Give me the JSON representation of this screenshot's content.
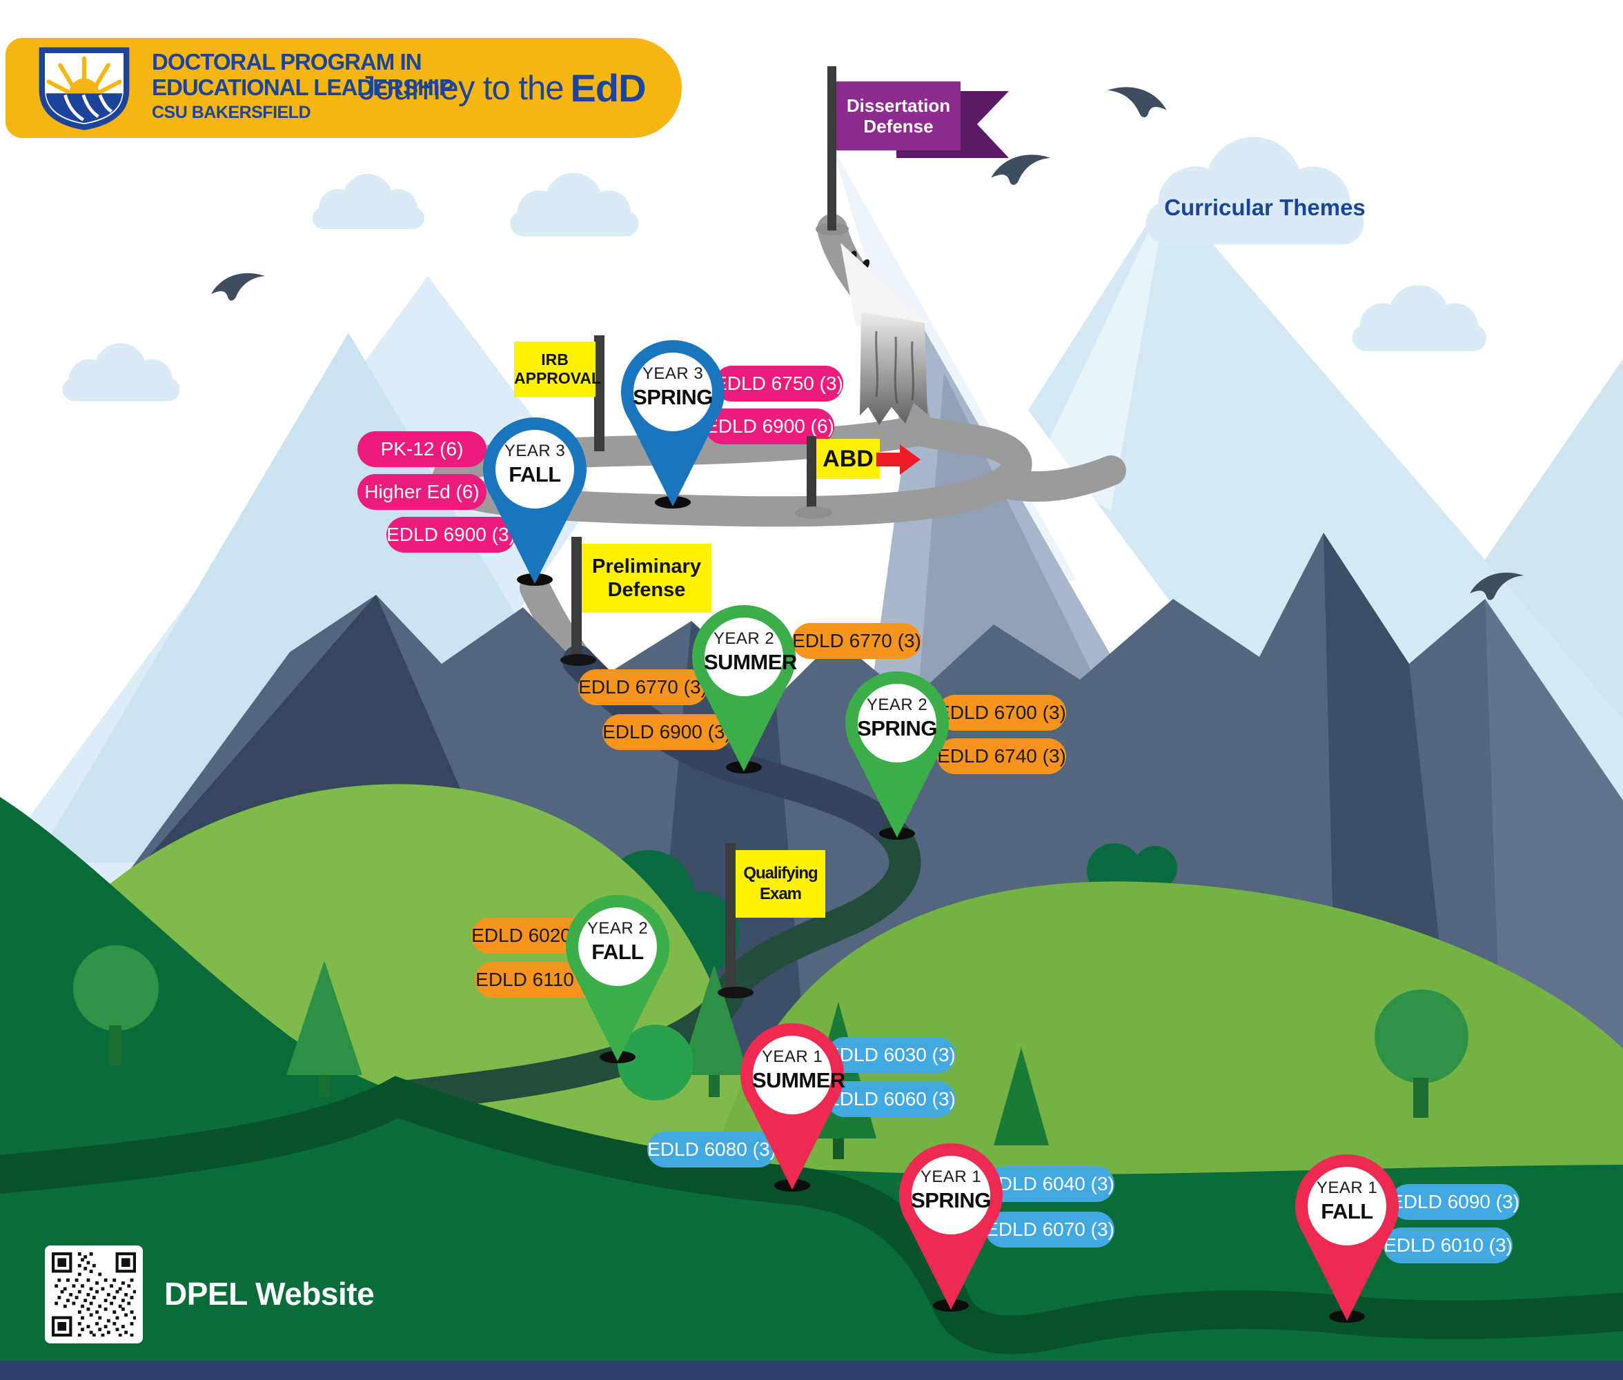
{
  "header": {
    "org_line1": "DOCTORAL PROGRAM IN",
    "org_line2": "EDUCATIONAL LEADERSHIP",
    "campus": "CSU BAKERSFIELD",
    "title_prefix": "Journey to the",
    "title_emphasis": "EdD"
  },
  "summit_flag": {
    "line1": "Dissertation",
    "line2": "Defense"
  },
  "cloud_label": "Curricular Themes",
  "milestones": [
    {
      "id": "irb-approval",
      "lines": [
        "IRB",
        "APPROVAL"
      ]
    },
    {
      "id": "preliminary-defense",
      "lines": [
        "Preliminary",
        "Defense"
      ]
    },
    {
      "id": "qualifying-exam",
      "lines": [
        "Qualifying",
        "Exam"
      ]
    },
    {
      "id": "abd",
      "lines": [
        "ABD"
      ]
    }
  ],
  "pins": [
    {
      "id": "year3-spring",
      "year": "YEAR 3",
      "term": "SPRING",
      "palette": "blue"
    },
    {
      "id": "year3-fall",
      "year": "YEAR 3",
      "term": "FALL",
      "palette": "blue"
    },
    {
      "id": "year2-summer",
      "year": "YEAR 2",
      "term": "SUMMER",
      "palette": "green"
    },
    {
      "id": "year2-spring",
      "year": "YEAR 2",
      "term": "SPRING",
      "palette": "green"
    },
    {
      "id": "year2-fall",
      "year": "YEAR 2",
      "term": "FALL",
      "palette": "green"
    },
    {
      "id": "year1-summer",
      "year": "YEAR 1",
      "term": "SUMMER",
      "palette": "red"
    },
    {
      "id": "year1-spring",
      "year": "YEAR 1",
      "term": "SPRING",
      "palette": "red"
    },
    {
      "id": "year1-fall",
      "year": "YEAR 1",
      "term": "FALL",
      "palette": "red"
    }
  ],
  "courses": [
    {
      "id": "edld-6750",
      "label": "EDLD 6750 (3)",
      "palette": "pink"
    },
    {
      "id": "edld-6900-6",
      "label": "EDLD 6900 (6)",
      "palette": "pink"
    },
    {
      "id": "pk-12",
      "label": "PK-12 (6)",
      "palette": "pink"
    },
    {
      "id": "higher-ed",
      "label": "Higher Ed (6)",
      "palette": "pink"
    },
    {
      "id": "edld-6900-3-fall",
      "label": "EDLD 6900 (3)",
      "palette": "pink"
    },
    {
      "id": "edld-6770-a",
      "label": "EDLD 6770 (3)",
      "palette": "orange"
    },
    {
      "id": "edld-6770-b",
      "label": "EDLD 6770 (3)",
      "palette": "orange"
    },
    {
      "id": "edld-6900-3-summer",
      "label": "EDLD 6900 (3)",
      "palette": "orange"
    },
    {
      "id": "edld-6700",
      "label": "EDLD 6700 (3)",
      "palette": "orange"
    },
    {
      "id": "edld-6740",
      "label": "EDLD 6740 (3)",
      "palette": "orange"
    },
    {
      "id": "edld-6020",
      "label": "EDLD 6020 (3)",
      "palette": "orange"
    },
    {
      "id": "edld-6110",
      "label": "EDLD 6110 (3)",
      "palette": "orange"
    },
    {
      "id": "edld-6030",
      "label": "EDLD 6030 (3)",
      "palette": "blue"
    },
    {
      "id": "edld-6060",
      "label": "EDLD 6060 (3)",
      "palette": "blue"
    },
    {
      "id": "edld-6080",
      "label": "EDLD 6080 (3)",
      "palette": "blue"
    },
    {
      "id": "edld-6040",
      "label": "EDLD 6040 (3)",
      "palette": "blue"
    },
    {
      "id": "edld-6070",
      "label": "EDLD 6070 (3)",
      "palette": "blue"
    },
    {
      "id": "edld-6090",
      "label": "EDLD 6090 (3)",
      "palette": "blue"
    },
    {
      "id": "edld-6010",
      "label": "EDLD 6010 (3)",
      "palette": "blue"
    }
  ],
  "footer": {
    "qr_label": "DPEL Website"
  },
  "colors": {
    "banner_gold": "#F7B511",
    "navy": "#1C449B",
    "flag_purple": "#8E2B8E",
    "flag_purple_dark": "#5A1A66",
    "pin_blue": "#1B75BC",
    "pin_green": "#3BAE49",
    "pin_red": "#EE2A51",
    "pill_pink": "#EC1C7C",
    "pill_orange": "#F7941E",
    "pill_blue": "#41A8E1",
    "sign_yellow": "#FFF200",
    "arrow_red": "#EC1C24",
    "mountain_dark": "#36465E",
    "mountain_light": "#54667E",
    "hill_green": "#7EBB4A",
    "field_green": "#0A6C39"
  }
}
